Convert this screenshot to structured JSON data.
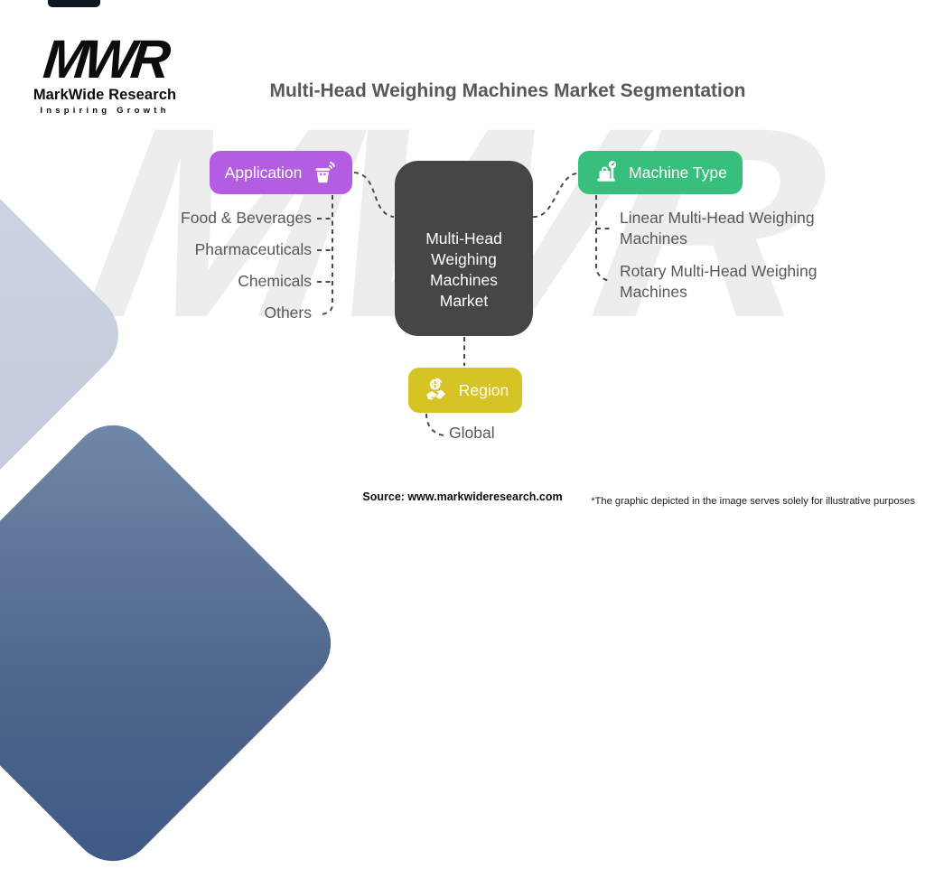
{
  "brand": {
    "logo_text": "MWR",
    "name": "MarkWide Research",
    "tagline": "Inspiring Growth"
  },
  "title": "Multi-Head Weighing Machines Market Segmentation",
  "watermark": "MWR",
  "center_node": {
    "label": "Multi-Head Weighing Machines Market",
    "color": "#464646"
  },
  "branches": {
    "application": {
      "label": "Application",
      "color": "#b35de2",
      "icon": "basket-wifi-icon",
      "items": [
        "Food & Beverages",
        "Pharmaceuticals",
        "Chemicals",
        "Others"
      ]
    },
    "machine_type": {
      "label": "Machine Type",
      "color": "#38bf7d",
      "icon": "weighing-scale-icon",
      "items": [
        "Linear Multi-Head Weighing Machines",
        "Rotary Multi-Head Weighing Machines"
      ]
    },
    "region": {
      "label": "Region",
      "color": "#d6c324",
      "icon": "globe-handshake-icon",
      "items": [
        "Global"
      ]
    }
  },
  "footer": {
    "source": "Source: www.markwideresearch.com",
    "disclaimer": "*The graphic depicted in the image serves solely for illustrative purposes"
  },
  "line_color": "#4b4b4b"
}
